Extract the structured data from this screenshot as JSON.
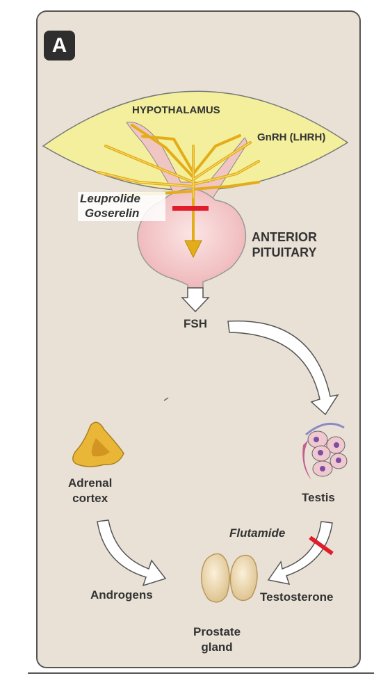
{
  "panel": {
    "letter": "A"
  },
  "labels": {
    "hypothalamus": "HYPOTHALAMUS",
    "gnrh": "GnRH (LHRH)",
    "anterior_pituitary_line1": "ANTERIOR",
    "anterior_pituitary_line2": "PITUITARY",
    "fsh": "FSH",
    "adrenal_line1": "Adrenal",
    "adrenal_line2": "cortex",
    "testis": "Testis",
    "androgens": "Androgens",
    "testosterone": "Testosterone",
    "prostate_line1": "Prostate",
    "prostate_line2": "gland"
  },
  "drugs": {
    "leuprolide": "Leuprolide",
    "goserelin": "Goserelin",
    "flutamide": "Flutamide"
  },
  "colors": {
    "background": "#e9e1d6",
    "hypothalamus": "#f3ef9c",
    "axon": "#e4ad17",
    "pituitary": "#f1c2c3",
    "block": "#e01d2b",
    "adrenal": "#e9b638",
    "prostate": "#ecd5a8"
  }
}
